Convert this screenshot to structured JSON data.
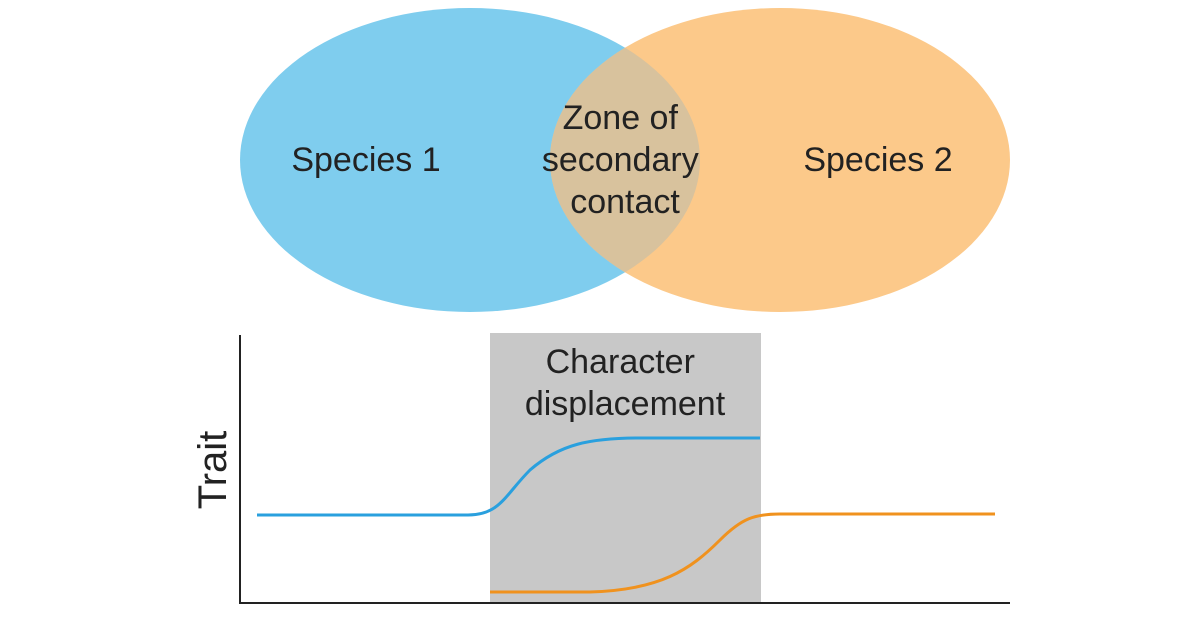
{
  "venn": {
    "left_label": "Species 1",
    "right_label": "Species 2",
    "overlap_label_lines": [
      "Zone of",
      "secondary",
      "contact"
    ],
    "left_color": "#7fcdee",
    "right_color": "#fcc98a",
    "overlap_color": "#d8c29d"
  },
  "plot": {
    "y_axis_label": "Trait",
    "region_label_lines": [
      "Character",
      "displacement"
    ],
    "region_color": "#c8c8c8",
    "species1_line_color": "#2aa0de",
    "species2_line_color": "#f0921e",
    "axis_color": "#222222"
  }
}
